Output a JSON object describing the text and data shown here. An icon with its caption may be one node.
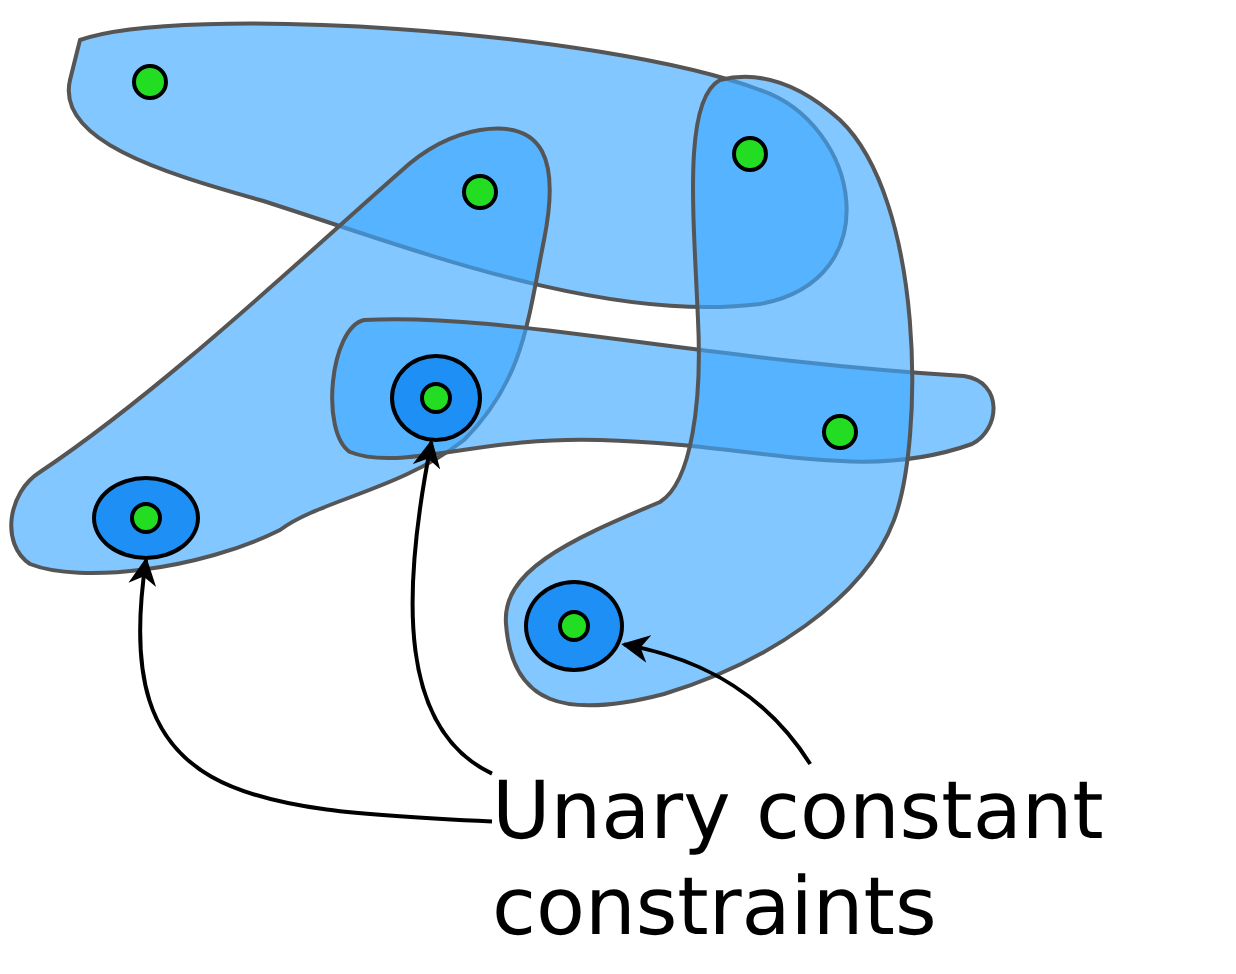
{
  "diagram": {
    "nodes": [
      {
        "text": [
          "Unary constant constraints"
        ]
      },
      {
        "text": [],
        "shape": "circle"
      },
      {
        "text": [],
        "shape": "circle"
      },
      {
        "text": [],
        "shape": "circle"
      }
    ],
    "edges": [
      {
        "from": 0,
        "to": 1,
        "arrow": "to"
      },
      {
        "from": 0,
        "to": 2,
        "arrow": "to"
      },
      {
        "from": 0,
        "to": 3,
        "arrow": "to"
      }
    ]
  }
}
